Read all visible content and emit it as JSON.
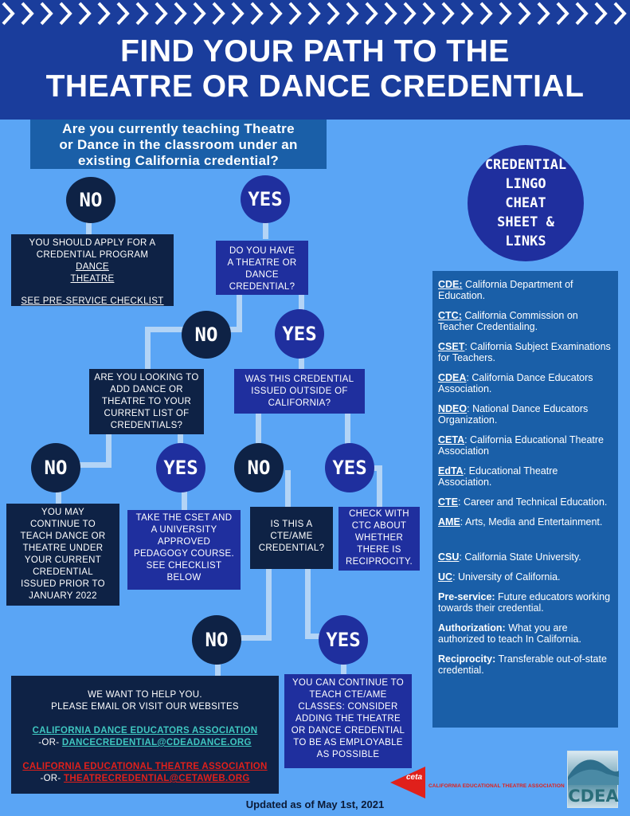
{
  "header": {
    "title_line1": "FIND YOUR PATH TO THE",
    "title_line2": "THEATRE OR DANCE CREDENTIAL"
  },
  "question": {
    "line1": "Are you currently teaching Theatre",
    "line2": "or Dance in the classroom under an",
    "line3": "existing California credential?"
  },
  "nodes": {
    "no1": "NO",
    "yes1": "YES",
    "no2": "NO",
    "yes2": "YES",
    "no3": "NO",
    "yes3": "YES",
    "no4": "NO",
    "yes4": "YES",
    "no5": "NO",
    "yes5": "YES"
  },
  "boxes": {
    "apply": {
      "line1": "YOU SHOULD APPLY FOR A",
      "line2": "CREDENTIAL PROGRAM",
      "link_dance": "DANCE",
      "link_theatre": "THEATRE",
      "link_checklist": "SEE PRE-SERVICE CHECKLIST"
    },
    "have_credential": {
      "line1": "DO YOU HAVE",
      "line2": "A THEATRE OR",
      "line3": "DANCE",
      "line4": "CREDENTIAL?"
    },
    "looking_add": {
      "line1": "ARE YOU LOOKING TO",
      "line2": "ADD DANCE OR",
      "line3": "THEATRE TO YOUR",
      "line4": "CURRENT LIST OF",
      "line5": "CREDENTIALS?"
    },
    "outside_ca": {
      "line1": "WAS THIS CREDENTIAL",
      "line2": "ISSUED OUTSIDE OF",
      "line3": "CALIFORNIA?"
    },
    "continue_teach": {
      "line1": "YOU MAY",
      "line2": "CONTINUE TO",
      "line3": "TEACH DANCE OR",
      "line4": "THEATRE UNDER",
      "line5": "YOUR CURRENT",
      "line6": "CREDENTIAL",
      "line7": "ISSUED PRIOR TO",
      "line8": "JANUARY 2022"
    },
    "take_cset": {
      "line1": "TAKE THE CSET AND",
      "line2": "A UNIVERSITY",
      "line3": "APPROVED",
      "line4": "PEDAGOGY COURSE.",
      "line5": "SEE CHECKLIST",
      "line6": "BELOW"
    },
    "cte_ame": {
      "line1": "IS THIS A",
      "line2": "CTE/AME",
      "line3": "CREDENTIAL?"
    },
    "check_ctc": {
      "line1": "CHECK WITH",
      "line2": "CTC ABOUT",
      "line3": "WHETHER",
      "line4": "THERE IS",
      "line5": "RECIPROCITY."
    },
    "can_continue": {
      "line1": "YOU CAN CONTINUE TO",
      "line2": "TEACH CTE/AME",
      "line3": "CLASSES: CONSIDER",
      "line4": "ADDING THE THEATRE",
      "line5": "OR DANCE CREDENTIAL",
      "line6": "TO BE AS EMPLOYABLE",
      "line7": "AS POSSIBLE"
    }
  },
  "contact": {
    "line1": "WE WANT TO HELP YOU.",
    "line2": "PLEASE EMAIL OR VISIT OUR WEBSITES",
    "cdea_link": "CALIFORNIA DANCE EDUCATORS ASSOCIATION",
    "or1": "-OR-",
    "cdea_email": "DANCECREDENTIAL@CDEADANCE.ORG",
    "ceta_link": "CALIFORNIA EDUCATIONAL THEATRE ASSOCIATION",
    "or2": "-OR-",
    "ceta_email": "THEATRECREDENTIAL@CETAWEB.ORG"
  },
  "cheat_sheet": {
    "line1": "CREDENTIAL",
    "line2": "LINGO",
    "line3": "CHEAT",
    "line4": "SHEET &",
    "line5": "LINKS"
  },
  "glossary": [
    {
      "term": "CDE:",
      "definition": " California Department of Education."
    },
    {
      "term": "CTC:",
      "definition": " California Commission on Teacher Credentialing."
    },
    {
      "term": "CSET",
      "definition": ": California Subject Examinations for Teachers."
    },
    {
      "term": "CDEA",
      "definition": ": California Dance Educators Association."
    },
    {
      "term": "NDEO",
      "definition": ": National Dance Educators Organization."
    },
    {
      "term": "CETA",
      "definition": ": California Educational Theatre Association"
    },
    {
      "term": "EdTA",
      "definition": ": Educational Theatre Association."
    },
    {
      "term": "CTE",
      "definition": ": Career and Technical Education."
    },
    {
      "term": "AME",
      "definition": ": Arts, Media and Entertainment."
    },
    {
      "term": "CSU",
      "definition": ": California State University."
    },
    {
      "term": "UC",
      "definition": ": University of California."
    },
    {
      "term": "Pre-service:",
      "definition": " Future educators working towards their credential."
    },
    {
      "term": "Authorization:",
      "definition": " What you are authorized to teach In California."
    },
    {
      "term": "Reciprocity:",
      "definition": " Transferable out-of-state credential."
    }
  ],
  "logos": {
    "ceta_mark": "ceta",
    "ceta_name": "CALIFORNIA EDUCATIONAL THEATRE ASSOCIATION",
    "cdea_mark": "CDEA"
  },
  "footer": {
    "updated": "Updated as of May 1st, 2021"
  },
  "colors": {
    "background": "#5aa5f5",
    "header": "#1a3d9c",
    "dark_box": "#0e2245",
    "navy_box": "#1f2f9e",
    "connector": "#b3d4f6",
    "teal_link": "#3fc6c0",
    "red_link": "#e0201b"
  }
}
